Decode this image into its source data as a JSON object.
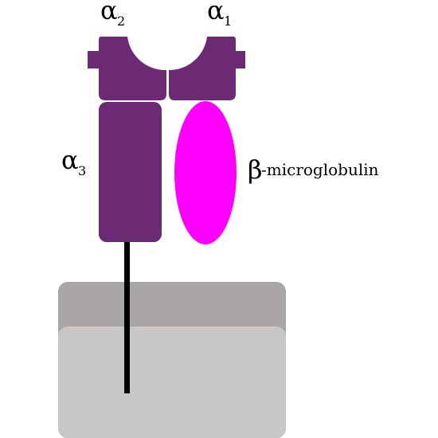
{
  "labels": {
    "alpha1": {
      "symbol": "α",
      "subscript": "1"
    },
    "alpha2": {
      "symbol": "α",
      "subscript": "2"
    },
    "alpha3": {
      "symbol": "α",
      "subscript": "3"
    },
    "beta": {
      "symbol": "β",
      "suffix": "-microglobulin"
    }
  },
  "colors": {
    "alpha_domain": "#6b2a73",
    "beta_microglobulin": "#ff00ff",
    "anchor": "#000000",
    "membrane_back": "#aaa6a7",
    "membrane_front": "#c9c6c6"
  }
}
